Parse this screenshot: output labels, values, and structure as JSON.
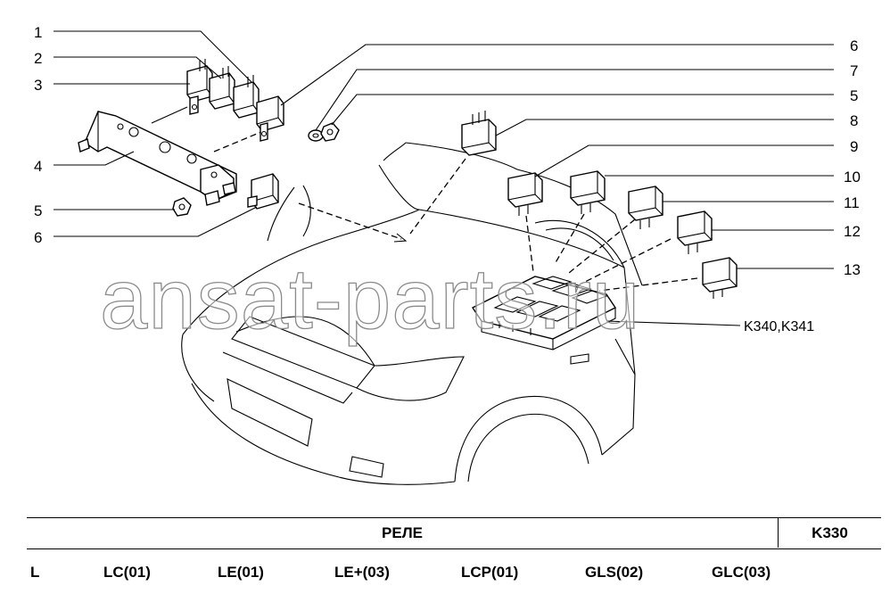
{
  "diagram": {
    "callouts_left": [
      "1",
      "2",
      "3",
      "4",
      "5",
      "6"
    ],
    "callouts_right": [
      "6",
      "7",
      "5",
      "8",
      "9",
      "10",
      "11",
      "12",
      "13"
    ],
    "reference_label": "K340,K341",
    "watermark": "ansat-parts.ru"
  },
  "table": {
    "title": "РЕЛЕ",
    "code": "K330",
    "row_label": "L",
    "variants": [
      "LC(01)",
      "LE(01)",
      "LE+(03)",
      "LCP(01)",
      "GLS(02)",
      "GLC(03)"
    ]
  }
}
